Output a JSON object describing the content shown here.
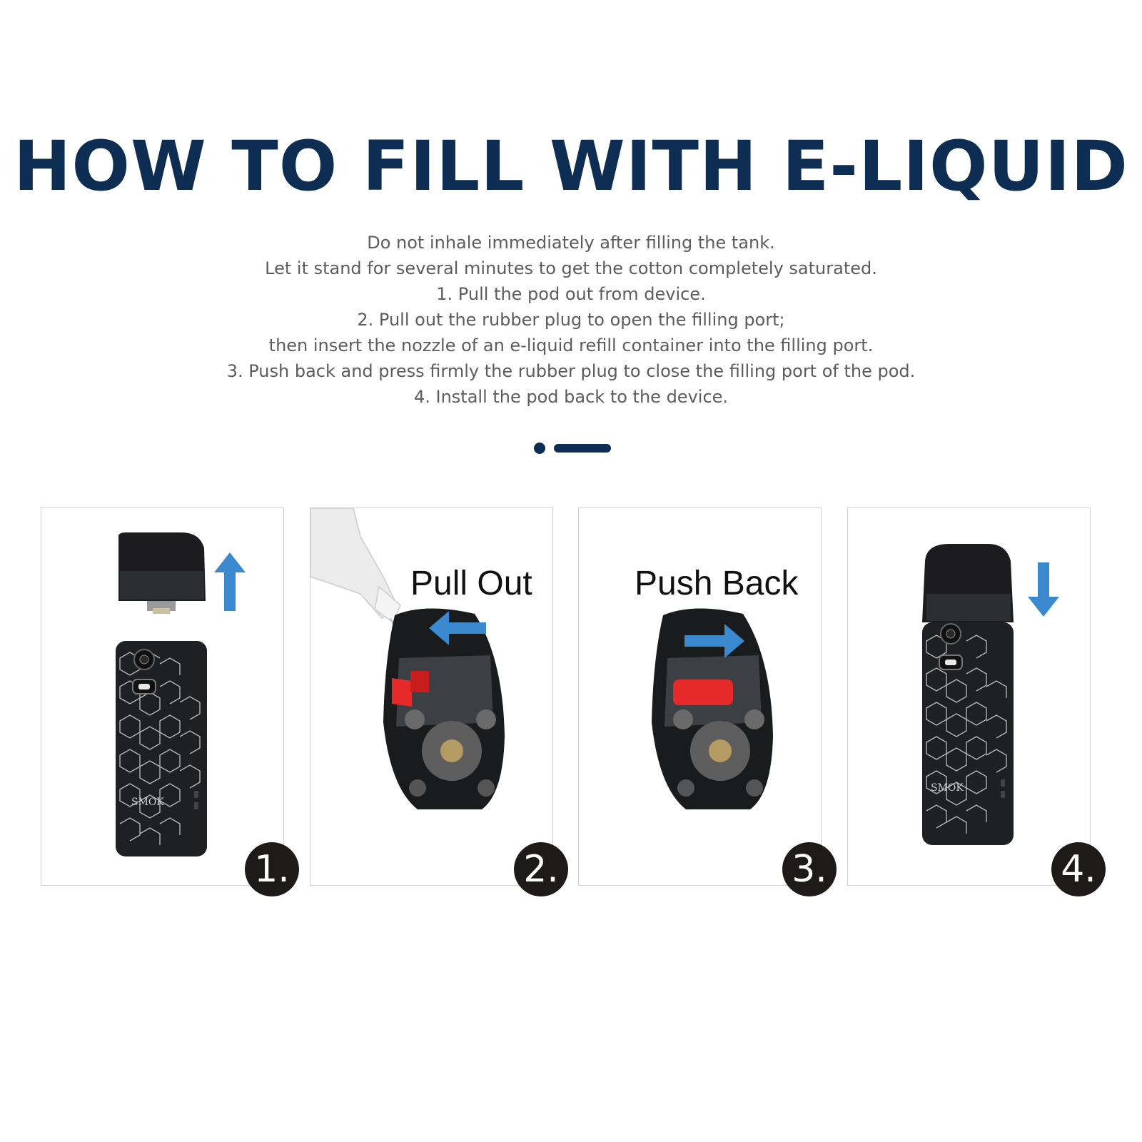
{
  "title": "HOW TO FILL WITH E-LIQUID",
  "instructions": [
    "Do not inhale immediately after filling the tank.",
    "Let it stand for several minutes to get the cotton completely saturated.",
    "1. Pull the pod out from device.",
    "2. Pull out the rubber plug to open the filling port;",
    "then insert the nozzle of an e-liquid refill container into the filling port.",
    "3. Push back and press firmly the rubber plug to close the filling port of the pod.",
    "4. Install the pod back to the device."
  ],
  "steps": [
    {
      "badge": "1.",
      "label": "",
      "illustration": "pod-removal-device-icon",
      "arrow": "up"
    },
    {
      "badge": "2.",
      "label": "Pull Out",
      "illustration": "pod-pull-out-plug-icon",
      "arrow": "left"
    },
    {
      "badge": "3.",
      "label": "Push Back",
      "illustration": "pod-push-back-plug-icon",
      "arrow": "right"
    },
    {
      "badge": "4.",
      "label": "",
      "illustration": "pod-install-device-icon",
      "arrow": "down"
    }
  ],
  "device_brand": "SMOK",
  "colors": {
    "title": "#0d2d52",
    "body_text": "#5c5c5c",
    "arrow": "#3b8ad0",
    "plug": "#e62a2a",
    "badge": "#1e1a1a"
  }
}
